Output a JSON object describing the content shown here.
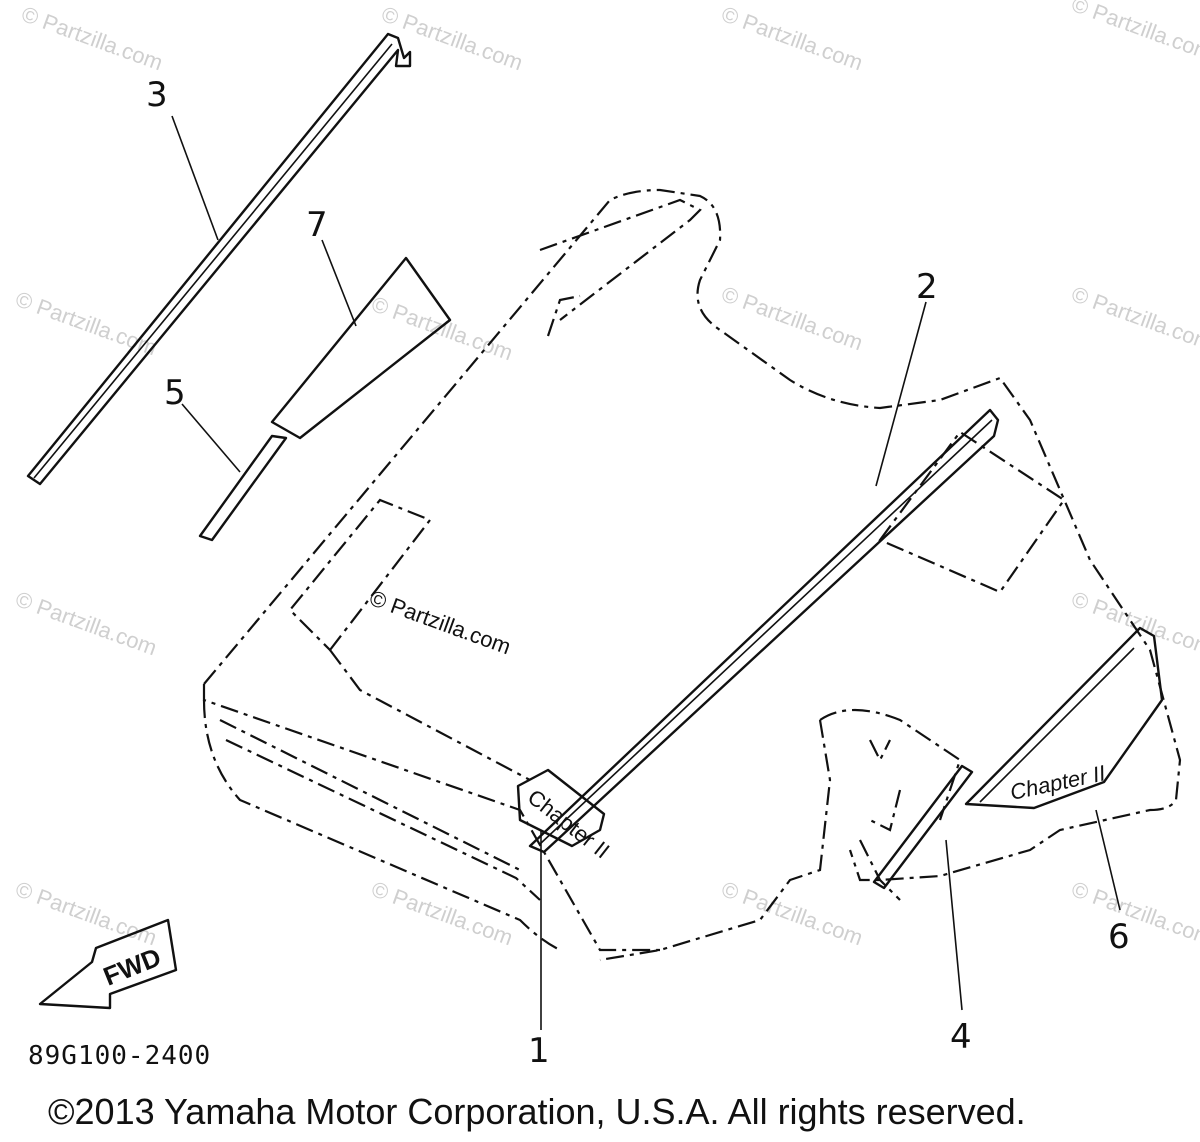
{
  "callouts": [
    "1",
    "2",
    "3",
    "4",
    "5",
    "6",
    "7"
  ],
  "part_code": "89G100-2400",
  "fwd_label": "FWD",
  "decal_text": "Chapter II",
  "decal_text_small": "Chapter II",
  "center_watermark": "© Partzilla.com",
  "watermark": "© Partzilla.com",
  "copyright": "©2013 Yamaha Motor Corporation, U.S.A. All rights reserved."
}
